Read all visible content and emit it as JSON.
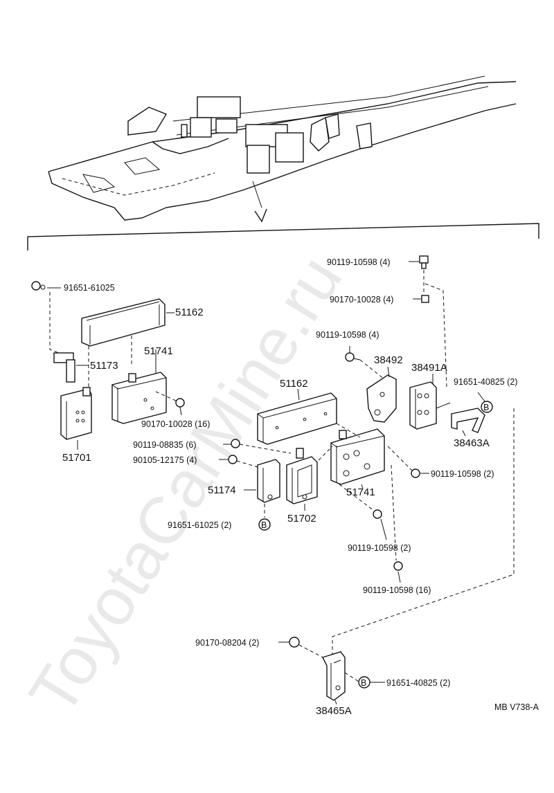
{
  "watermark": "ToyotaCarMine.ru",
  "diagram_code": "MB V738-A",
  "callout_letter": "B",
  "labels": {
    "p1": "91651-61025",
    "p2": "51162",
    "p3": "51173",
    "p4": "51741",
    "p5": "51701",
    "p6": "90170-10028 (16)",
    "p7": "90119-10598 (4)",
    "p8": "90170-10028 (4)",
    "p9": "90119-10598 (4)",
    "p10": "38492",
    "p11": "38491A",
    "p12": "91651-40825 (2)",
    "p13": "38463A",
    "p14": "51162",
    "p15": "90119-08835 (6)",
    "p16": "90105-12175 (4)",
    "p17": "51174",
    "p18": "51702",
    "p19": "91651-61025 (2)",
    "p20": "90119-10598 (2)",
    "p21": "51741",
    "p22": "90119-10598 (2)",
    "p23": "90119-10598 (16)",
    "p24": "90170-08204 (2)",
    "p25": "91651-40825 (2)",
    "p26": "38465A"
  }
}
